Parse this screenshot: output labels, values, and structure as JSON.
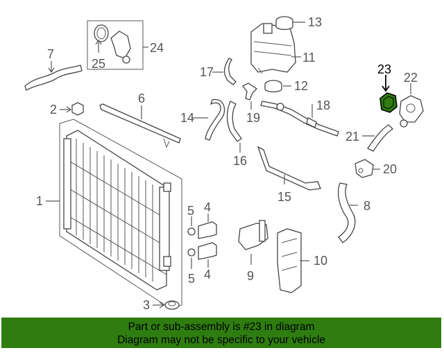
{
  "callouts": {
    "c1": "1",
    "c2": "2",
    "c3": "3",
    "c4a": "4",
    "c4b": "4",
    "c5a": "5",
    "c5b": "5",
    "c6": "6",
    "c7": "7",
    "c8": "8",
    "c9": "9",
    "c10": "10",
    "c11": "11",
    "c12": "12",
    "c13": "13",
    "c14": "14",
    "c15": "15",
    "c16": "16",
    "c17": "17",
    "c18": "18",
    "c19": "19",
    "c20": "20",
    "c21": "21",
    "c22": "22",
    "c23": "23",
    "c24": "24",
    "c25": "25"
  },
  "highlight_color": "#2f7d10",
  "banner": {
    "line1": "Part or sub-assembly is #23 in diagram",
    "line2": "Diagram may not be specific to your vehicle"
  }
}
